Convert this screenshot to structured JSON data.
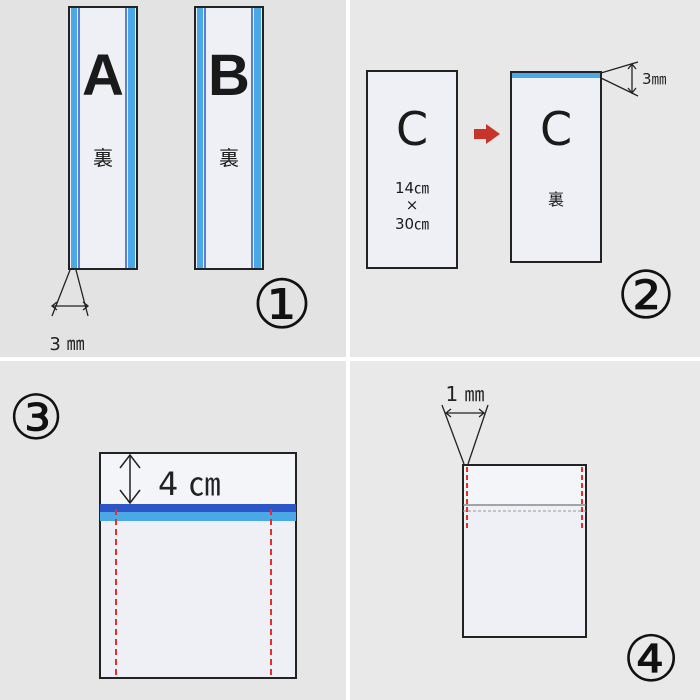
{
  "steps": [
    {
      "number": "①",
      "pieces": [
        {
          "letter": "A",
          "side": "裏"
        },
        {
          "letter": "B",
          "side": "裏"
        }
      ],
      "seam": "3 ㎜"
    },
    {
      "number": "②",
      "piece": {
        "letter": "C",
        "width": "14㎝",
        "times": "×",
        "height": "30㎝"
      },
      "folded": {
        "letter": "C",
        "side": "裏"
      },
      "hem": "3㎜"
    },
    {
      "number": "③",
      "fold": "4 ㎝"
    },
    {
      "number": "④",
      "stitch": "1 ㎜"
    }
  ],
  "colors": {
    "fabric": "#eef0f6",
    "blue": "#4aa8e6",
    "blue_line": "#2d55c8",
    "stitch_red": "#e03030",
    "arrow_red": "#c8342a",
    "outline": "#222222",
    "panel_gray": "#e6e6e6"
  }
}
